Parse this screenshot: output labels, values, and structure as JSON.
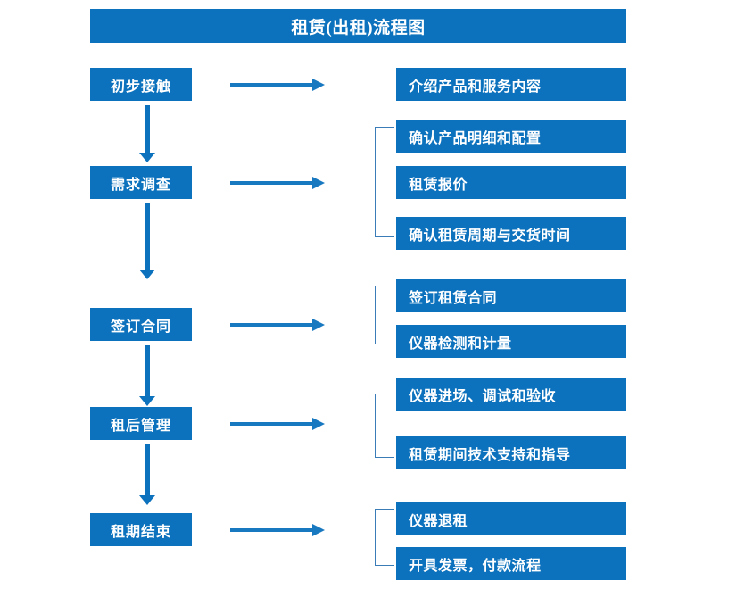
{
  "title": "租赁(出租)流程图",
  "colors": {
    "box_blue": "#0d72bd",
    "arrow_blue": "#1878c0",
    "bracket_blue": "#3a7cb8",
    "text": "#ffffff",
    "background": "#ffffff"
  },
  "chart_data": {
    "type": "diagram",
    "title": "租赁(出租)流程图",
    "stages": [
      {
        "label": "初步接触",
        "details": [
          "介绍产品和服务内容"
        ],
        "bracketed": false
      },
      {
        "label": "需求调查",
        "details": [
          "确认产品明细和配置",
          "租赁报价",
          "确认租赁周期与交货时间"
        ],
        "bracketed": true
      },
      {
        "label": "签订合同",
        "details": [
          "签订租赁合同",
          "仪器检测和计量"
        ],
        "bracketed": true
      },
      {
        "label": "租后管理",
        "details": [
          "仪器进场、调试和验收",
          "租赁期间技术支持和指导"
        ],
        "bracketed": true
      },
      {
        "label": "租期结束",
        "details": [
          "仪器退租",
          "开具发票，付款流程"
        ],
        "bracketed": true
      }
    ]
  },
  "stages": {
    "s0": {
      "label": "初步接触"
    },
    "s1": {
      "label": "需求调查"
    },
    "s2": {
      "label": "签订合同"
    },
    "s3": {
      "label": "租后管理"
    },
    "s4": {
      "label": "租期结束"
    }
  },
  "details": {
    "d0": "介绍产品和服务内容",
    "d1": "确认产品明细和配置",
    "d2": "租赁报价",
    "d3": "确认租赁周期与交货时间",
    "d4": "签订租赁合同",
    "d5": "仪器检测和计量",
    "d6": "仪器进场、调试和验收",
    "d7": "租赁期间技术支持和指导",
    "d8": "仪器退租",
    "d9": "开具发票，付款流程"
  }
}
